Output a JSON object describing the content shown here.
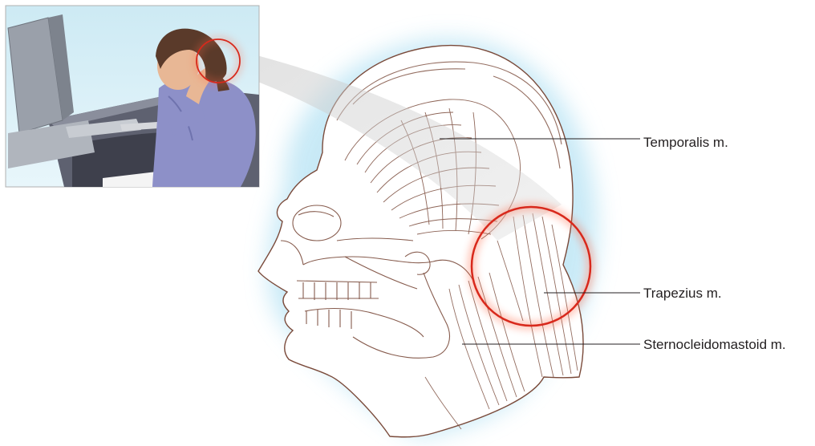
{
  "labels": {
    "temporalis": "Temporalis m.",
    "trapezius": "Trapezius m.",
    "sternocleidomastoid": "Sternocleidomastoid m."
  },
  "colors": {
    "outline": "#7a4a3a",
    "highlight": "#d8291c",
    "glow": "#b9e3f4",
    "shirt": "#8d90c8",
    "hair": "#5a3a2a",
    "skin": "#e8b795",
    "leader": "#231f20"
  }
}
